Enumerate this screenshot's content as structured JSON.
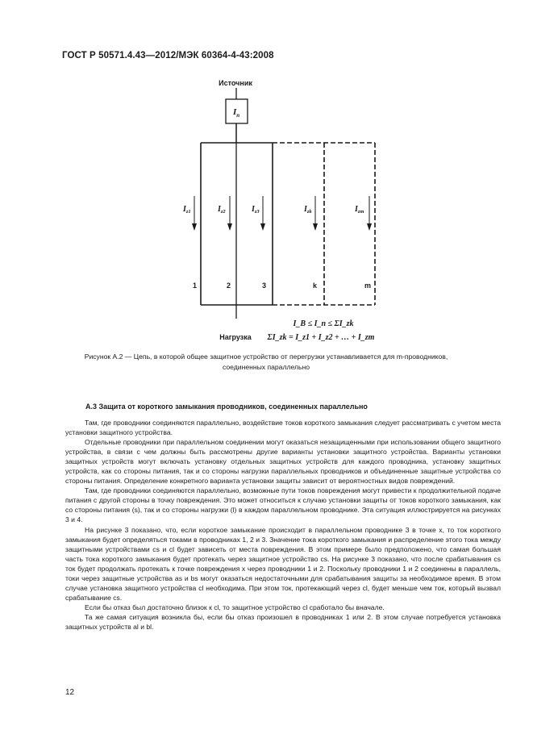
{
  "header": {
    "title": "ГОСТ Р 50571.4.43—2012/МЭК 60364-4-43:2008"
  },
  "diagram": {
    "source_label": "Источник",
    "load_label": "Нагрузка",
    "source_current": "I",
    "source_current_sub": "n",
    "branches": [
      {
        "current": "I",
        "sub": "z1",
        "number": "1"
      },
      {
        "current": "I",
        "sub": "z2",
        "number": "2"
      },
      {
        "current": "I",
        "sub": "z3",
        "number": "3"
      },
      {
        "current": "I",
        "sub": "zk",
        "number": "k"
      },
      {
        "current": "I",
        "sub": "zm",
        "number": "m"
      }
    ],
    "formula_line1": "I_B ≤ I_n ≤ ΣI_zk",
    "formula_line2": "ΣI_zk = I_z1 + I_z2 + … + I_zm"
  },
  "caption": {
    "line1": "Рисунок А.2 — Цепь, в которой общее защитное устройство от перегрузки устанавливается для m-проводников,",
    "line2": "соединенных параллельно"
  },
  "section": {
    "title": "A.3  Защита от короткого замыкания проводников, соединенных параллельно"
  },
  "paragraphs": [
    "Там, где проводники соединяются параллельно, воздействие токов короткого замыкания следует рассматривать с учетом места установки защитного устройства.",
    "Отдельные проводники при параллельном соединении могут оказаться незащищенными при использовании общего защитного устройства, в связи с чем должны быть рассмотрены другие варианты установки защитного устройства. Варианты установки защитных устройств могут включать установку отдельных защитных устройств для каждого проводника, установку защитных устройств, как со стороны питания, так и со стороны нагрузки параллельных проводников и объединенные защитные устройства со стороны питания. Определение конкретного варианта установки защиты зависит от вероятностных видов повреждений.",
    "Там, где проводники соединяются параллельно, возможные пути токов повреждения могут привести к продолжительной подаче питания с другой стороны в точку повреждения. Это может относиться к случаю установки защиты от токов короткого замыкания, как со стороны питания (s), так и со стороны нагрузки (l) в каждом параллельном проводнике. Эта ситуация иллюстрируется на рисунках 3 и 4.",
    "На рисунке 3 показано, что, если короткое замыкание происходит в параллельном проводнике 3 в точке x, то ток короткого замыкания будет определяться токами в проводниках 1, 2 и 3. Значение тока короткого замыкания и распределение этого тока между защитными устройствами cs и cl будет зависеть от места повреждения. В этом примере было предположено, что самая большая часть тока короткого замыкания будет протекать через защитное устройство cs. На рисунке 3 показано, что после срабатывания cs ток будет продолжать протекать к точке повреждения x через проводники 1 и 2. Поскольку проводники 1 и 2 соединены в параллель, токи через защитные устройства as и bs могут оказаться недостаточными для срабатывания защиты за необходимое время. В этом случае установка защитного устройства cl необходима. При этом ток, протекающий через cl, будет меньше чем ток, который вызвал срабатывание cs.",
    "Если бы отказ был достаточно близок к cl, то защитное устройство cl сработало бы вначале.",
    "Та же самая ситуация возникла бы, если бы отказ произошел в проводниках 1 или 2. В этом случае потребуется установка защитных устройств al и bl."
  ],
  "page_number": "12"
}
